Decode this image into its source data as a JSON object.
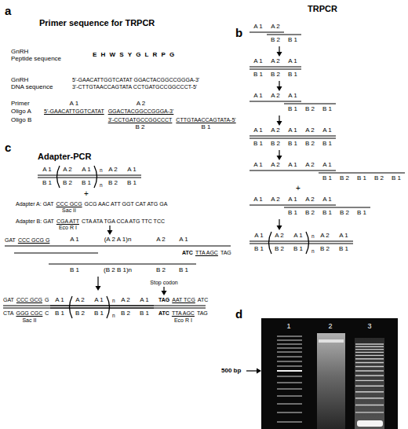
{
  "diagram": {
    "labels": [
      "a",
      "Primer sequence for TRPCR",
      "GnRH",
      "Peptide sequence",
      "E H W S Y G L R P G",
      "GnRH",
      "DNA sequence",
      "5'-GAACATTGGTCATAT GGACTACGGCCGGGA-3'",
      "3'-CTTGTAACCAGTATA CCTGATGCCGGCCCT-5'",
      "Primer",
      "A 1",
      "A 2",
      "Oligo A",
      "5'-GAACATTGGTCATAT",
      "GGACTACGGCCGGGA-3'",
      "Oligo B",
      "3'-CCTGATGCCGGCCCT",
      "CTTGTAACCAGTATA-5'",
      "B 2",
      "B 1",
      "b",
      "TRPCR",
      "A 1",
      "A 2",
      "B 2",
      "B 1",
      "A 1",
      "A 2",
      "A 1",
      "B 1",
      "B 2",
      "B 1",
      "A 1",
      "A 2",
      "A 1",
      "B 1",
      "B 2",
      "B 1",
      "A 1",
      "A 2",
      "A 1",
      "A 2",
      "A 1",
      "B 1",
      "B 2",
      "B 1",
      "B 2",
      "B 1",
      "A 1",
      "A 2",
      "A 1",
      "A 2",
      "A 1",
      "B 1",
      "B 2",
      "B 1",
      "B 2",
      "B 1",
      "+",
      "A 1",
      "A 2",
      "A 1",
      "A 2",
      "A 1",
      "B 1",
      "B 2",
      "B 1",
      "B 2",
      "B 1",
      "A 1",
      "A 2",
      "A 1",
      "n",
      "A 2",
      "A 1",
      "B 1",
      "B 2",
      "B 1",
      "n",
      "B 2",
      "B 1",
      "c",
      "Adapter-PCR",
      "A 1",
      "A 2",
      "A 1",
      "n",
      "A 2",
      "A 1",
      "B 1",
      "B 2",
      "B 1",
      "n",
      "B 2",
      "B 1",
      "+",
      "Adapter A: GAT",
      "CCC GCG",
      "GCG AAC ATT GGT CAT ATG GA",
      "Sac II",
      "Adapter B: GAT",
      "CGA ATT",
      "CTA ATA TGA CCA ATG TTC TCC",
      "Eco R I",
      "GAT",
      "CCC GCG G",
      "A 1",
      "(A 2 A 1)n",
      "A 2",
      "A 1",
      "ATC",
      "TTA AGC",
      "TAG",
      "B 1",
      "(B 2 B 1)n",
      "B 2",
      "B 1",
      "Stop codon",
      "GAT",
      "CCC GCG",
      "G",
      "CTA",
      "GGG CGC",
      "C",
      "A 1",
      "A 2",
      "A 1",
      "n",
      "A 2",
      "A 1",
      "B 1",
      "B 2",
      "B 1",
      "n",
      "B 2",
      "B 1",
      "TAG",
      "AAT TCG",
      "ATC",
      "ATC",
      "TTA AGC",
      "TAG",
      "Sac II",
      "Eco R I",
      "d",
      "1",
      "2",
      "3",
      "500 bp"
    ]
  }
}
